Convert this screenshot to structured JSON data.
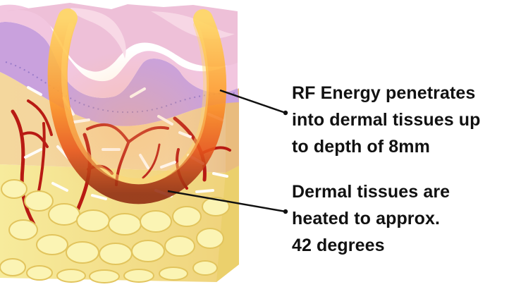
{
  "annotations": [
    {
      "lines": [
        "RF Energy penetrates",
        "into dermal tissues up",
        "to depth of 8mm"
      ]
    },
    {
      "lines": [
        "Dermal tissues are",
        "heated to approx.",
        "42 degrees"
      ]
    }
  ],
  "colors": {
    "epidermis": "#f2c6df",
    "dermis": "#f4d9a2",
    "fat": "#f3e58c",
    "vessels": "#b81a13",
    "rf_energy": "#e36a16"
  }
}
